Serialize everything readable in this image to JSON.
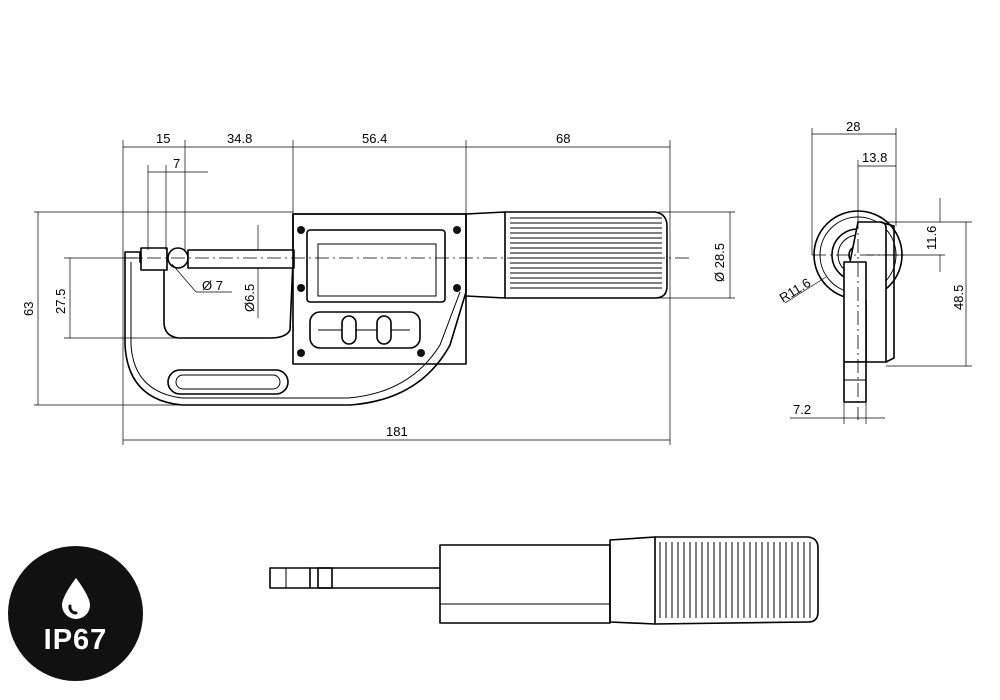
{
  "dimensions": {
    "front_view": {
      "d15": "15",
      "d34_8": "34.8",
      "d56_4": "56.4",
      "d68": "68",
      "d7": "7",
      "d63": "63",
      "d27_5": "27.5",
      "dia7": "Ø 7",
      "dia6_5": "Ø6.5",
      "dia28_5": "Ø 28.5",
      "d181": "181"
    },
    "side_view": {
      "d28": "28",
      "d13_8": "13.8",
      "d11_6": "11.6",
      "d48_5": "48.5",
      "r11_6": "R11.6",
      "d7_2": "7.2"
    }
  },
  "badge": {
    "icon": "water-drop-icon",
    "label": "IP67",
    "color": "#111111"
  }
}
